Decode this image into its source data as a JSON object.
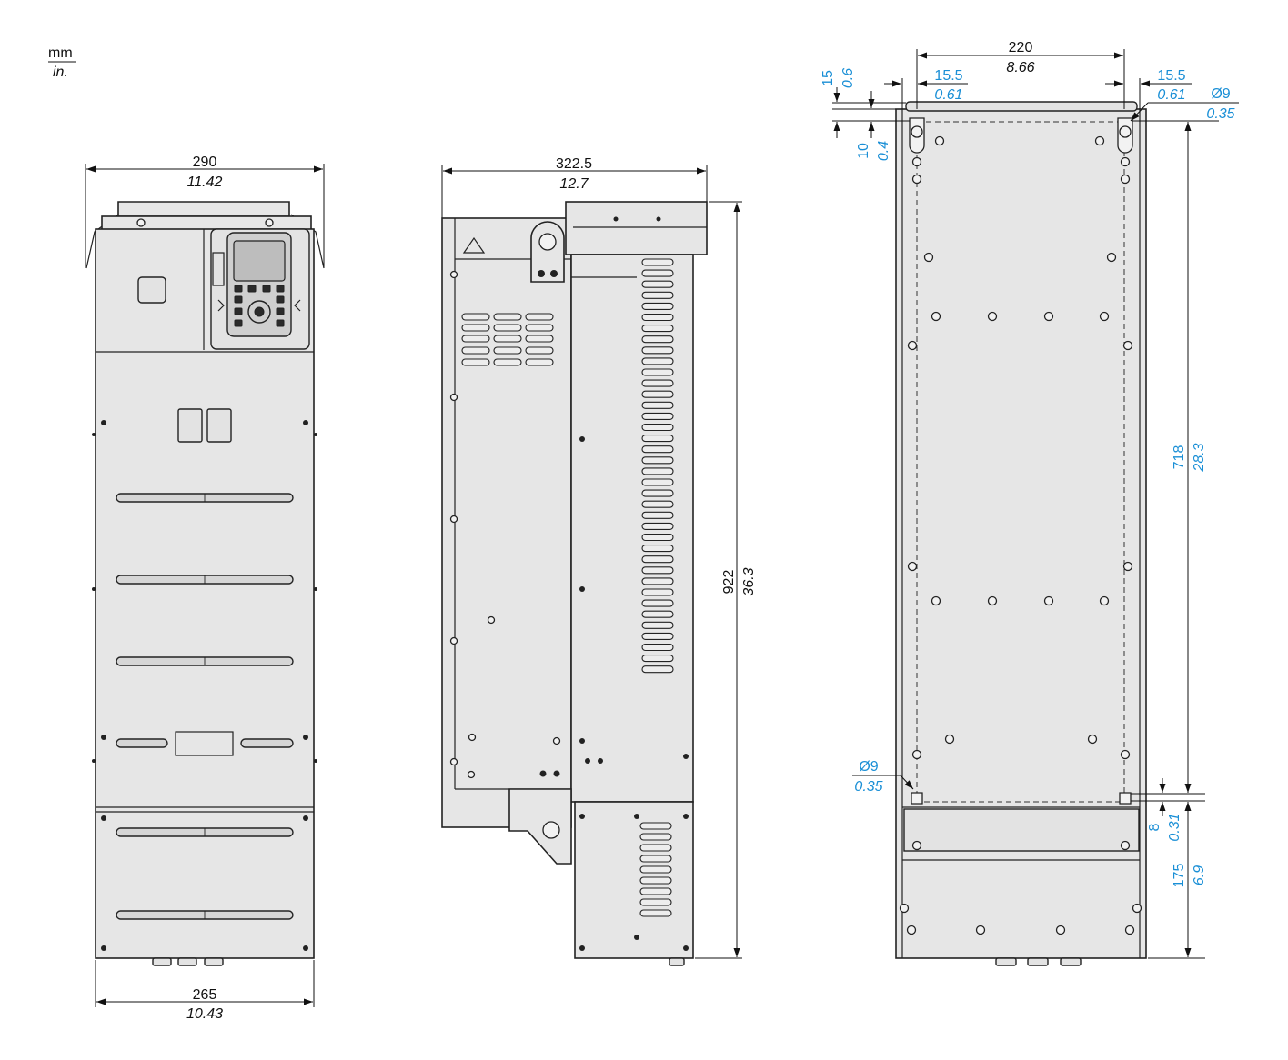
{
  "units": {
    "top": "mm",
    "bottom": "in."
  },
  "front_view": {
    "width_top": {
      "mm": "290",
      "in": "11.42"
    },
    "width_bottom": {
      "mm": "265",
      "in": "10.43"
    }
  },
  "side_view": {
    "depth": {
      "mm": "322.5",
      "in": "12.7"
    },
    "height": {
      "mm": "922",
      "in": "36.3"
    }
  },
  "rear_view": {
    "top_offset": {
      "mm": "15",
      "in": "0.6"
    },
    "hole_spacing_top": {
      "mm": "10",
      "in": "0.4"
    },
    "mounting_width": {
      "mm": "220",
      "in": "8.66"
    },
    "left_margin": {
      "mm": "15.5",
      "in": "0.61"
    },
    "right_margin": {
      "mm": "15.5",
      "in": "0.61"
    },
    "hole_dia_top": {
      "mm": "Ø9",
      "in": "0.35"
    },
    "hole_dia_bottom": {
      "mm": "Ø9",
      "in": "0.35"
    },
    "mounting_height": {
      "mm": "718",
      "in": "28.3"
    },
    "bottom_hole_offset": {
      "mm": "8",
      "in": "0.31"
    },
    "bottom_height": {
      "mm": "175",
      "in": "6.9"
    }
  },
  "colors": {
    "annotation_blue": "#1a8fd6",
    "line": "#222222",
    "body_fill": "#e6e6e6"
  }
}
